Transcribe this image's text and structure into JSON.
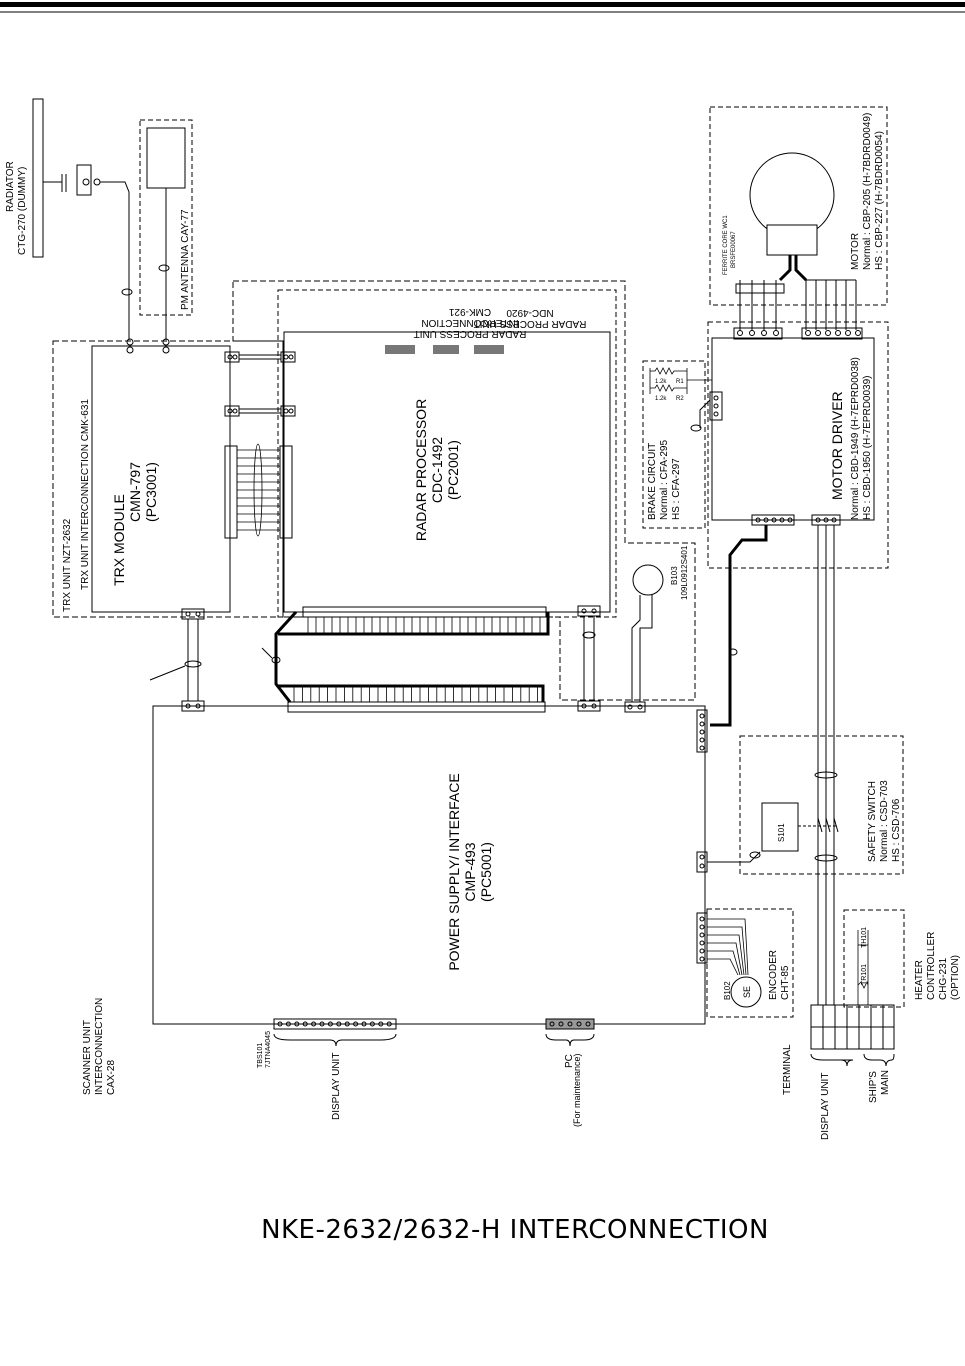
{
  "title": "NKE-2632/2632-H INTERCONNECTION",
  "radiator": {
    "l1": "RADIATOR",
    "l2": "CTG-270 (DUMMY)"
  },
  "pm_antenna": {
    "label": "PM ANTENNA    CAY-77"
  },
  "trx_unit": {
    "l1": "TRX UNIT   NZT-2632",
    "l2": "TRX UNIT INTERCONNECTION   CMK-631"
  },
  "trx_module": {
    "l1": "TRX MODULE",
    "l2": "CMN-797",
    "l3": "(PC3001)"
  },
  "rp_unit": {
    "l1": "RADAR PROCESS UNIT",
    "l2": "INTERCONNECTION",
    "l3": "CMK-921",
    "l4": "RADAR PROCESS UNIT",
    "l5": "NDC-4920"
  },
  "radar_processor": {
    "l1": "RADAR PROCESSOR",
    "l2": "CDC-1492",
    "l3": "(PC2001)"
  },
  "brake_circuit": {
    "l1": "BRAKE CIRCUIT",
    "l2": "Normal : CFA-295",
    "l3": "HS       : CFA-297",
    "r1": "R1",
    "r1v": "1.2k",
    "r2": "R2",
    "r2v": "1.2k"
  },
  "b103": {
    "l1": "B103",
    "l2": "109L0912S401"
  },
  "motor_driver": {
    "l1": "MOTOR DRIVER",
    "l2": "Normal : CBD-1949 (H-7EPRD0038)",
    "l3": "HS      : CBD-1950 (H-7EPRD0039)"
  },
  "motor": {
    "l1": "MOTOR",
    "l2": "Normal : CBP-205 (H-7BDRD0049)",
    "l3": "HS      : CBP-227 (H-7BDRD0054)",
    "ferrite1": "FERRITE CORE  WC1",
    "ferrite2": "BRSFE00067"
  },
  "psu": {
    "l1": "POWER SUPPLY/ INTERFACE",
    "l2": "CMP-493",
    "l3": "(PC5001)"
  },
  "safety_switch": {
    "l1": "SAFETY SWITCH",
    "l2": "Normal : CSD-703",
    "l3": "HS       : CSD-706",
    "s101": "S101"
  },
  "encoder": {
    "l1": "ENCODER",
    "l2": "CHT-85",
    "b102": "B102",
    "se": "SE"
  },
  "heater": {
    "l1": "HEATER",
    "l2": "CONTROLLER",
    "l3": "CHG-231",
    "l4": "(OPTION)",
    "th": "TH101",
    "tr": "TR101"
  },
  "scanner_unit": {
    "l1": "SCANNER UNIT",
    "l2": "INTERCONNECTION",
    "l3": "CAX-28"
  },
  "tbs101": {
    "l1": "TBS101",
    "l2": "7JTNA4045"
  },
  "labels": {
    "display_unit_1": "DISPLAY UNIT",
    "pc": "PC",
    "pc_sub": "(For maintenance)",
    "terminal": "TERMINAL",
    "display_unit_2": "DISPLAY UNIT",
    "ships_main_1": "SHIP'S",
    "ships_main_2": "MAIN"
  }
}
